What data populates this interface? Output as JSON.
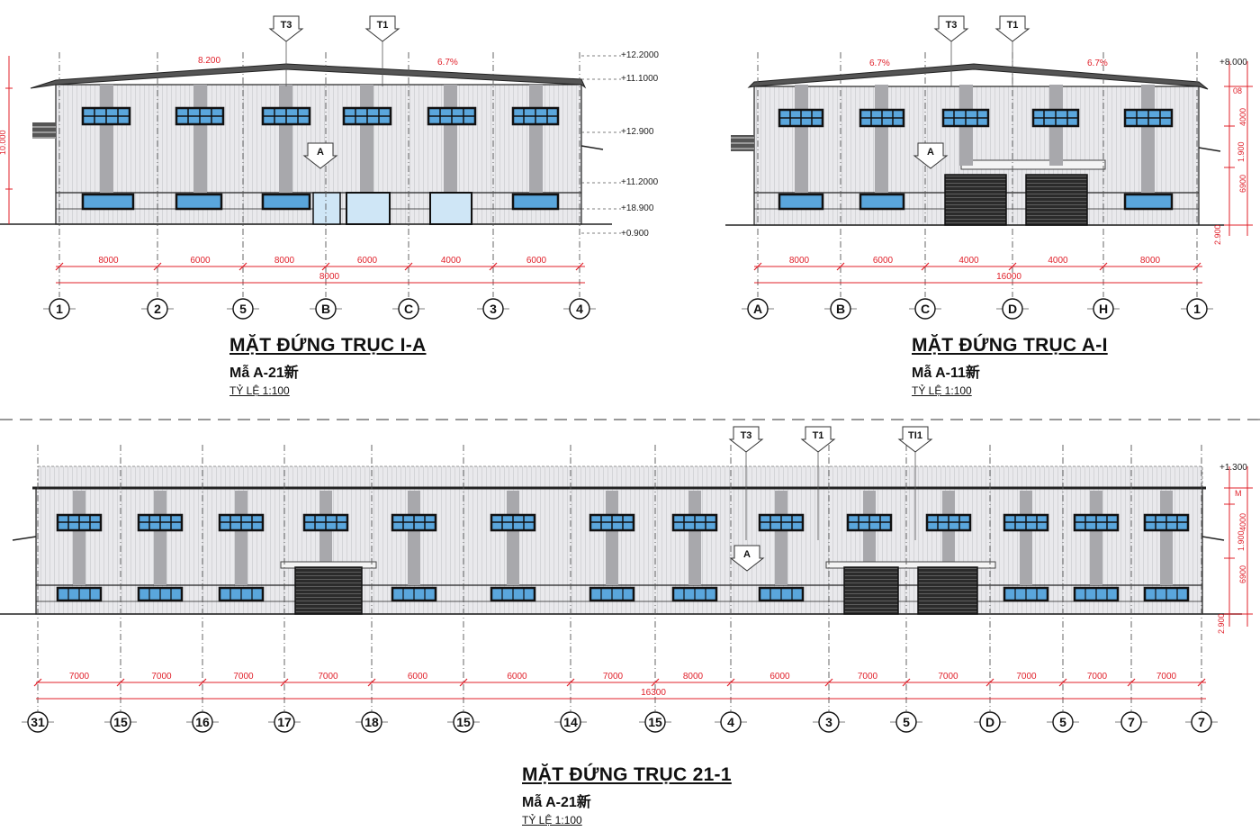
{
  "elevations": [
    {
      "id": "elev-i-a",
      "title": "MẶT ĐỨNG TRỤC I-A",
      "code": "Mẫ A-21新",
      "scale": "TỶ LỆ 1:100",
      "tags_top": [
        "T3",
        "T1"
      ],
      "tag_a": "A",
      "slope_labels": [
        "8.200",
        "6.7%"
      ],
      "level_labels": [
        "+12.2000",
        "+11.1000",
        "+12.900",
        "+11.2000",
        "+18.900",
        "+0.900"
      ],
      "left_dim": "10.000",
      "dims": [
        "8000",
        "6000",
        "8000",
        "6000",
        "4000",
        "6000"
      ],
      "total_dim": "8000",
      "axes": [
        "1",
        "2",
        "5",
        "B",
        "C",
        "3",
        "4"
      ]
    },
    {
      "id": "elev-a-i",
      "title": "MẶT ĐỨNG TRỤC A-I",
      "code": "Mẫ A-11新",
      "scale": "TỶ LỆ 1:100",
      "tags_top": [
        "T3",
        "T1"
      ],
      "tag_a": "A",
      "slope_labels": [
        "6.7%",
        "6.7%"
      ],
      "level_labels": [
        "+8.000"
      ],
      "right_dims": [
        "08",
        "4000",
        "1.900",
        "6900",
        "2.900"
      ],
      "dims": [
        "8000",
        "6000",
        "4000",
        "4000",
        "8000"
      ],
      "total_dim": "16000",
      "axes": [
        "A",
        "B",
        "C",
        "D",
        "H",
        "1"
      ]
    },
    {
      "id": "elev-21-1",
      "title": "MẶT ĐỨNG TRỤC 21-1",
      "code": "Mẫ A-21新",
      "scale": "TỶ LỆ 1:100",
      "tags_top": [
        "T3",
        "T1",
        "TI1"
      ],
      "tag_a": "A",
      "level_labels": [
        "+1.300"
      ],
      "right_dims": [
        "M",
        "4000",
        "1.900",
        "6900",
        "2.900"
      ],
      "dims": [
        "7000",
        "7000",
        "7000",
        "7000",
        "6000",
        "6000",
        "7000",
        "8000",
        "6000",
        "7000",
        "7000",
        "7000",
        "7000",
        "7000"
      ],
      "total_dim": "16300",
      "axes": [
        "31",
        "15",
        "16",
        "17",
        "18",
        "15",
        "14",
        "15",
        "4",
        "3",
        "5",
        "D",
        "5",
        "7",
        "7"
      ]
    }
  ],
  "colors": {
    "dimension": "#e0202a",
    "line": "#111111",
    "wall": "#e9e9ec",
    "pilaster": "#a8a8ac",
    "glass": "#5aa6dc",
    "door": "#2a2a2a"
  }
}
